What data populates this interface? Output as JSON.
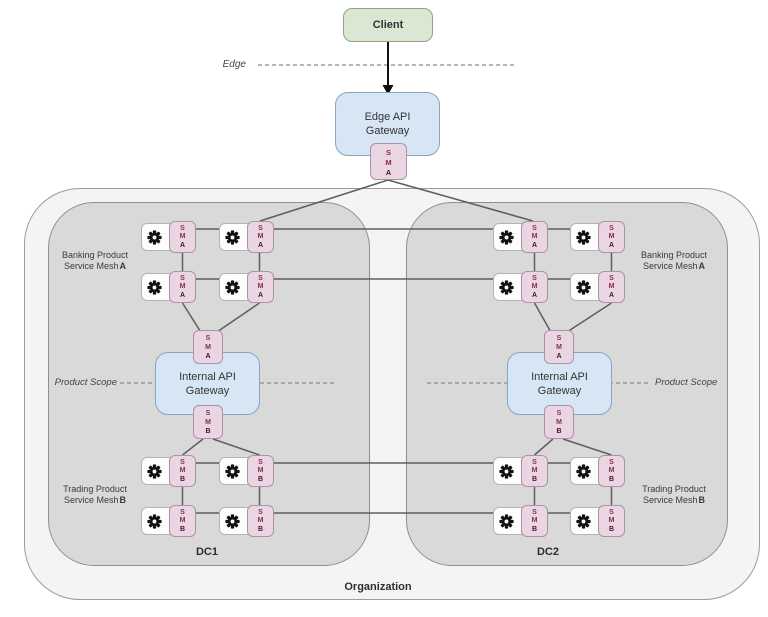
{
  "client_label": "Client",
  "edge_scope_label": "Edge",
  "edge_gateway_label": "Edge API Gateway",
  "internal_gateway_label": "Internal API Gateway",
  "product_scope_label": "Product Scope",
  "org_label": "Organization",
  "dc1_label": "DC1",
  "dc2_label": "DC2",
  "mesh_a": {
    "line1": "Banking Product",
    "line2": "Service Mesh",
    "suffix": "A"
  },
  "mesh_b": {
    "line1": "Trading Product",
    "line2": "Service Mesh",
    "suffix": "B"
  },
  "sidecar_a": {
    "l1": "S",
    "l2": "M",
    "l3": "A"
  },
  "sidecar_b": {
    "l1": "S",
    "l2": "M",
    "l3": "B"
  },
  "icons": {
    "gear": "gear-icon"
  },
  "colors": {
    "client_fill": "#dbe7d2",
    "gateway_fill": "#d7e6f4",
    "sidecar_fill": "#e9d6e2",
    "sidecar_text": "#8a2b4a",
    "dc_fill": "#d9d9d9",
    "org_fill": "#f4f4f4",
    "connector": "#5e5e5e"
  }
}
